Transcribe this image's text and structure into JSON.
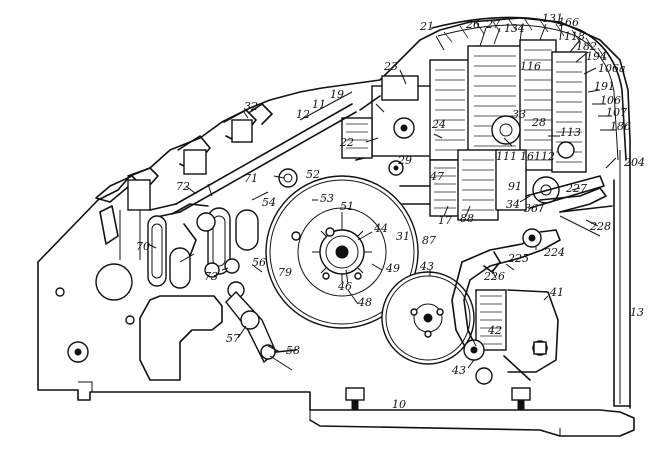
{
  "labels": {
    "l10": "10",
    "l11": "11",
    "l12": "12",
    "l13": "13",
    "l16": "16",
    "l17": "17",
    "l19": "19",
    "l21": "21",
    "l22": "22",
    "l23": "23",
    "l24": "24",
    "l26": "26",
    "l27": "27",
    "l28": "28",
    "l29": "29",
    "l31": "31",
    "l32": "32",
    "l33": "33",
    "l34": "34",
    "l36": "36",
    "l41": "41",
    "l42": "42",
    "l43a": "43",
    "l43b": "43",
    "l44": "44",
    "l46": "46",
    "l47": "47",
    "l48": "48",
    "l49": "49",
    "l51": "51",
    "l52": "52",
    "l53": "53",
    "l54": "54",
    "l56": "56",
    "l57": "57",
    "l58": "58",
    "l70": "70",
    "l71": "71",
    "l72": "72",
    "l73": "73",
    "l79": "79",
    "l87": "87",
    "l88": "88",
    "l91": "91",
    "l106": "106",
    "l106a": "106a",
    "l107": "107",
    "l111": "111",
    "l112": "112",
    "l113": "113",
    "l116": "116",
    "l118": "118",
    "l131": "131",
    "l134": "134",
    "l166": "166",
    "l182": "182",
    "l186": "186",
    "l191": "191",
    "l194": "194",
    "l204": "204",
    "l224": "224",
    "l225": "225",
    "l226": "226",
    "l227": "227",
    "l228": "228"
  }
}
